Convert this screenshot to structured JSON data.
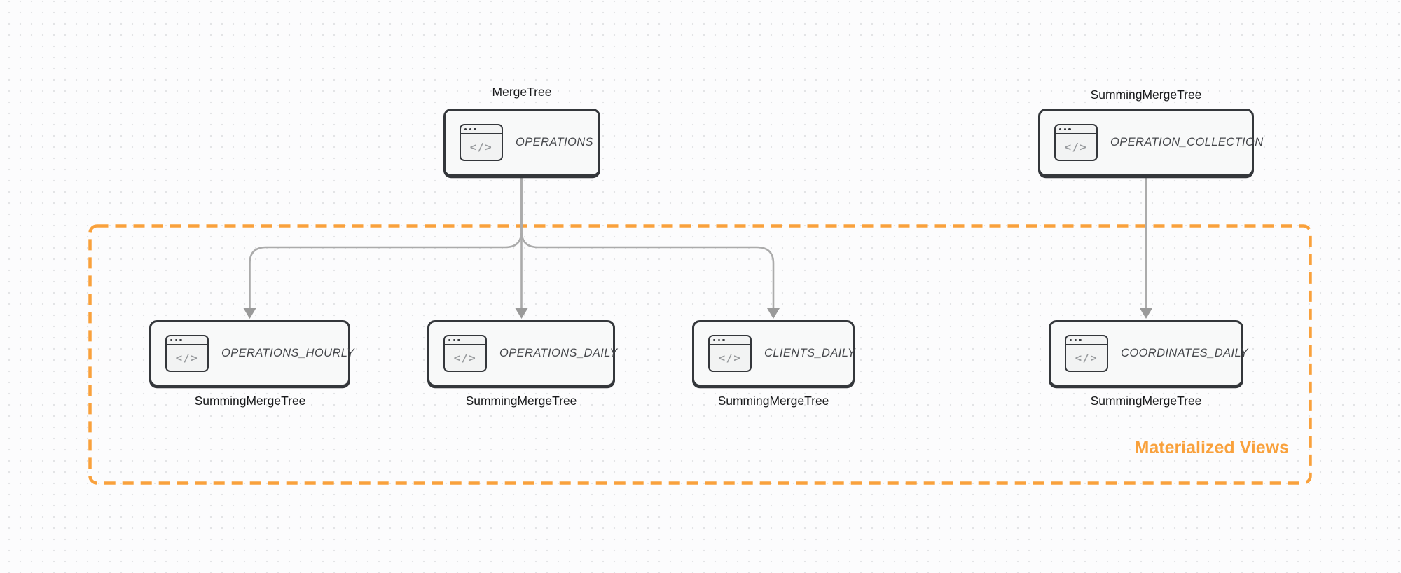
{
  "nodes": {
    "operations": {
      "engine": "MergeTree",
      "table": "OPERATIONS"
    },
    "operation_collection": {
      "engine": "SummingMergeTree",
      "table": "OPERATION_COLLECTION"
    },
    "operations_hourly": {
      "engine": "SummingMergeTree",
      "table": "OPERATIONS_HOURLY"
    },
    "operations_daily": {
      "engine": "SummingMergeTree",
      "table": "OPERATIONS_DAILY"
    },
    "clients_daily": {
      "engine": "SummingMergeTree",
      "table": "CLIENTS_DAILY"
    },
    "coordinates_daily": {
      "engine": "SummingMergeTree",
      "table": "COORDINATES_DAILY"
    }
  },
  "group": {
    "label": "Materialized Views"
  },
  "icon": {
    "name": "code-window-icon",
    "glyph": "</>"
  },
  "colors": {
    "accent_orange": "#F9A13C",
    "node_border": "#34373B",
    "node_background": "#F8F9F9",
    "arrow_line": "#ABABAB",
    "arrowhead": "#9A9A9A",
    "icon_glyph": "#96999C",
    "background_dot": "#E3E4E6"
  }
}
